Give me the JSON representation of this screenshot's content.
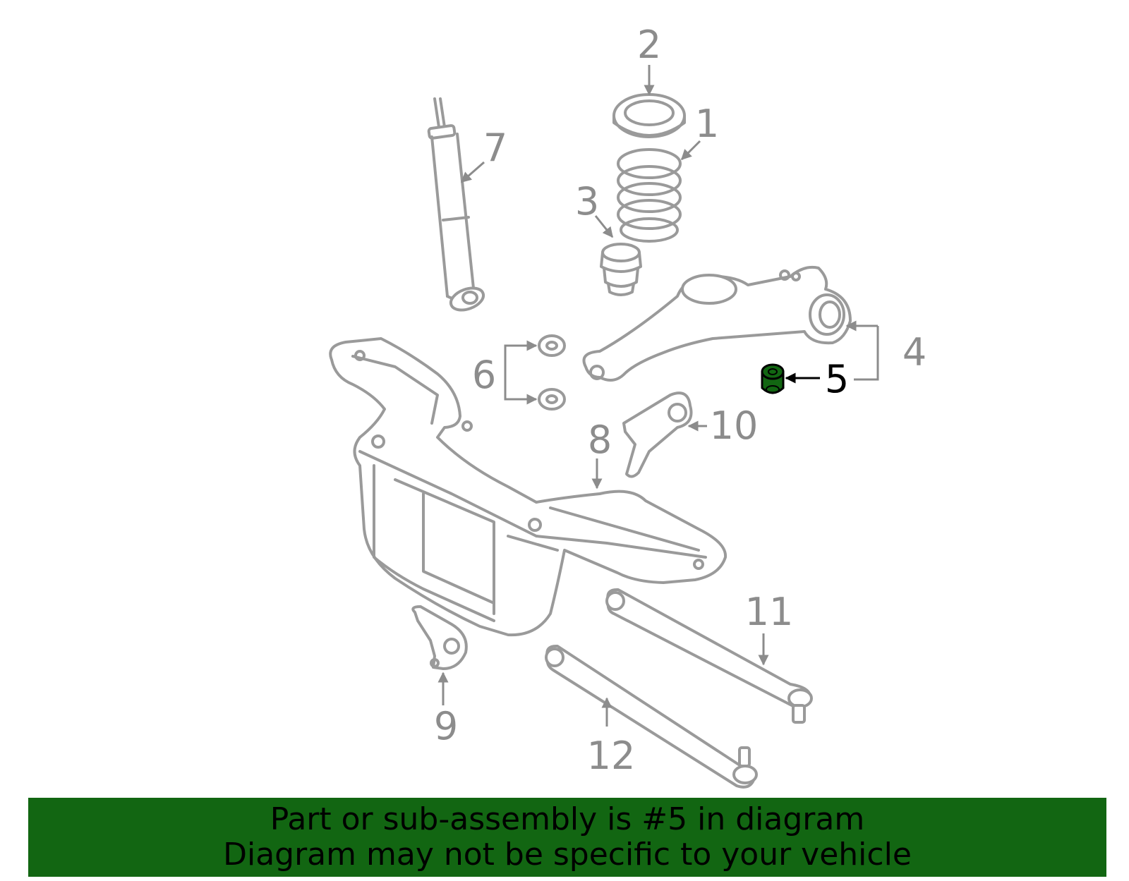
{
  "callouts": {
    "c1": "1",
    "c2": "2",
    "c3": "3",
    "c4": "4",
    "c5": "5",
    "c6": "6",
    "c7": "7",
    "c8": "8",
    "c9": "9",
    "c10": "10",
    "c11": "11",
    "c12": "12"
  },
  "highlighted_part": "5",
  "colors": {
    "highlight": "#126612",
    "line_art": "#9a9a9a",
    "banner_bg": "#126612",
    "banner_text": "#000000"
  },
  "banner": {
    "line1": "Part or sub-assembly is #5 in diagram",
    "line2": "Diagram may not be specific to your vehicle"
  }
}
